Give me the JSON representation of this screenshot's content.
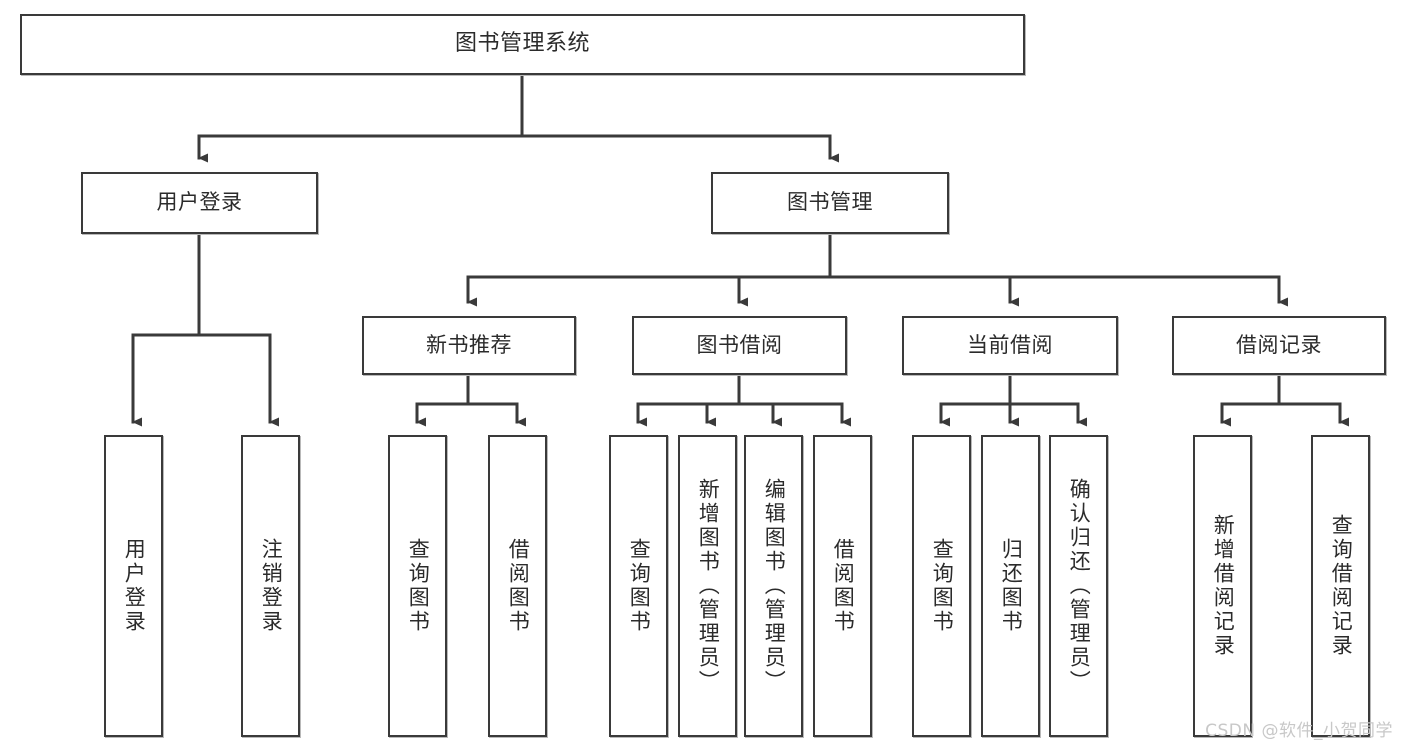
{
  "diagram": {
    "type": "tree",
    "title": "图书管理系统",
    "orientation": "top-down",
    "colors": {
      "box_border": "#3a3a3a",
      "box_fill": "#ffffff",
      "edge": "#3a3a3a",
      "text": "#2b2b2b",
      "watermark": "#c8c8c8"
    },
    "root": {
      "label": "图书管理系统"
    },
    "level2": [
      {
        "label": "用户登录"
      },
      {
        "label": "图书管理"
      }
    ],
    "level3": [
      {
        "label": "新书推荐"
      },
      {
        "label": "图书借阅"
      },
      {
        "label": "当前借阅"
      },
      {
        "label": "借阅记录"
      }
    ],
    "leaves": {
      "user_login": [
        {
          "label": "用户登录"
        },
        {
          "label": "注销登录"
        }
      ],
      "new_book_recommend": [
        {
          "label": "查询图书"
        },
        {
          "label": "借阅图书"
        }
      ],
      "book_borrow": [
        {
          "label": "查询图书"
        },
        {
          "label": "新增图书（管理员）"
        },
        {
          "label": "编辑图书（管理员）"
        },
        {
          "label": "借阅图书"
        }
      ],
      "current_borrow": [
        {
          "label": "查询图书"
        },
        {
          "label": "归还图书"
        },
        {
          "label": "确认归还（管理员）"
        }
      ],
      "borrow_record": [
        {
          "label": "新增借阅记录"
        },
        {
          "label": "查询借阅记录"
        }
      ]
    }
  },
  "watermark": {
    "text": "CSDN @软件_小贺同学"
  }
}
